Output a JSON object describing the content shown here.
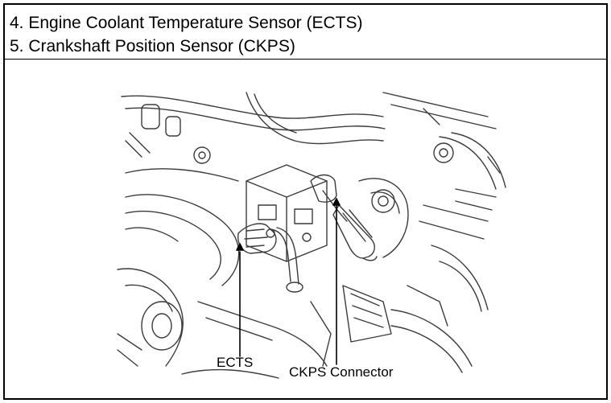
{
  "header": {
    "lines": [
      "4. Engine Coolant Temperature Sensor (ECTS)",
      "5. Crankshaft Position Sensor (CKPS)"
    ]
  },
  "figure": {
    "callouts": [
      {
        "label": "ECTS"
      },
      {
        "label": "CKPS Connector"
      }
    ]
  }
}
